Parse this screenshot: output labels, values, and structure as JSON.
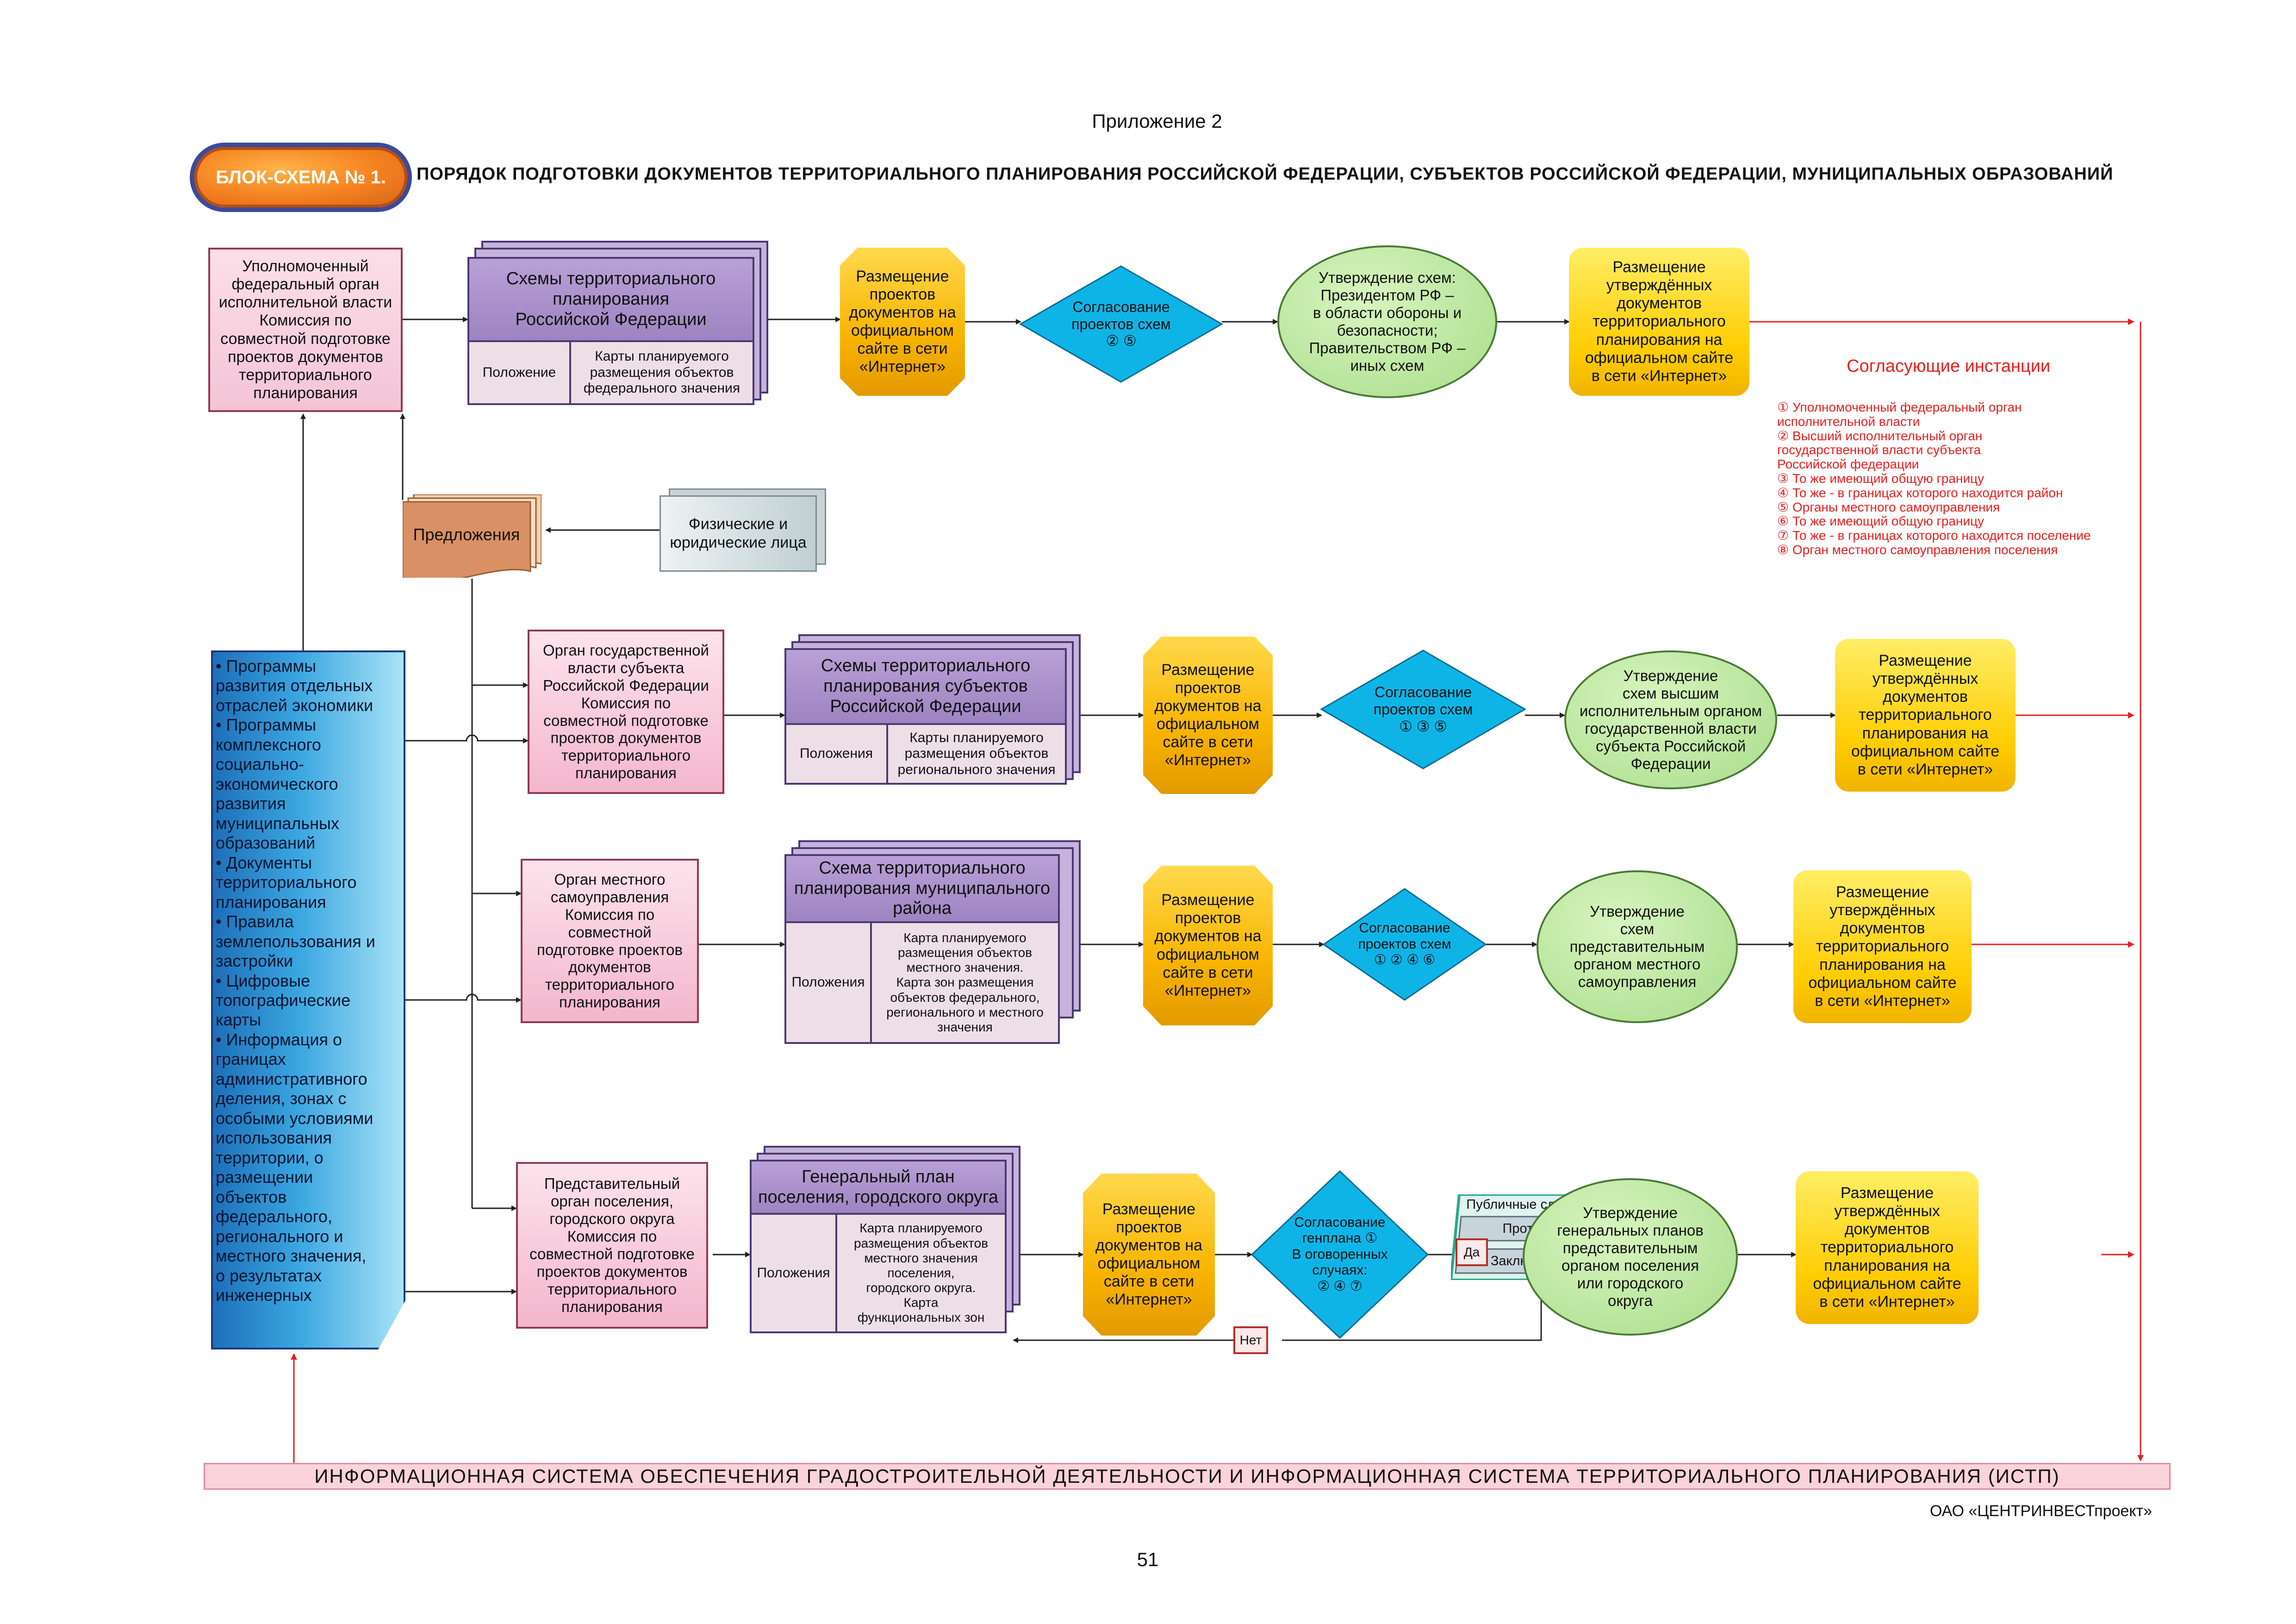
{
  "header": {
    "appendix": "Приложение  2",
    "badge": "БЛОК-СХЕМА № 1.",
    "title": "ПОРЯДОК ПОДГОТОВКИ ДОКУМЕНТОВ ТЕРРИТОРИАЛЬНОГО ПЛАНИРОВАНИЯ РОССИЙСКОЙ ФЕДЕРАЦИИ, СУБЪЕКТОВ РОССИЙСКОЙ ФЕДЕРАЦИИ, МУНИЦИПАЛЬНЫХ ОБРАЗОВАНИЙ"
  },
  "colors": {
    "pink": "#f3c4d6",
    "purple": "#9d84c2",
    "orange": "#f8b400",
    "diamond": "#0fb4e6",
    "green": "#a8dc8a",
    "yellow": "#ffcc00",
    "red": "#e52020"
  },
  "row1": {
    "authority": "Уполномоченный\nфедеральный орган\nисполнительной власти\nКомиссия по\nсовместной подготовке\nпроектов документов\nтерриториального\nпланирования",
    "docs_title": "Схемы территориального\nпланирования\nРоссийской Федерации",
    "docs_left": "Положение",
    "docs_right": "Карты планируемого\nразмещения объектов\nфедерального значения",
    "publish": "Размещение\nпроектов\nдокументов на\nофициальном\nсайте в сети\n«Интернет»",
    "agree": "Согласование\nпроектов схем\n② ⑤",
    "approve": "Утверждение схем:\nПрезидентом РФ –\nв области обороны и\nбезопасности;\nПравительством РФ –\nиных схем",
    "final": "Размещение\nутверждённых\nдокументов\nтерриториального\nпланирования на\nофициальном сайте\nв сети «Интернет»"
  },
  "proposals": "Предложения",
  "persons": "Физические и\nюридические лица",
  "legend": {
    "title": "Согласующие инстанции",
    "items": [
      "①   Уполномоченный федеральный орган\n       исполнительной власти",
      "②   Высший исполнительный орган\n       государственной власти субъекта\n       Российской федерации",
      "③   То же  имеющий общую границу",
      "④   То же -  в границах которого находится район",
      "⑤   Органы местного самоуправления",
      "⑥   То же  имеющий общую границу",
      "⑦   То же -  в границах которого находится поселение",
      "⑧   Орган местного самоуправления поселения"
    ]
  },
  "sidebar": "•  Программы\nразвития отдельных\nотраслей экономики\n•  Программы\nкомплексного\nсоциально-\nэкономического\nразвития\nмуниципальных\nобразований\n•  Документы\nтерриториального\nпланирования\n•  Правила\nземлепользования и\nзастройки\n•  Цифровые\nтопографические\nкарты\n•  Информация о\nграницах\nадминистративного\nделения, зонах с\nособыми условиями\nиспользования\nтерритории,   о\nразмещении\nобъектов\nфедерального,\nрегионального и\nместного значения,\nо результатах\nинженерных",
  "row2": {
    "authority": "Орган государственной\nвласти субъекта\nРоссийской Федерации\nКомиссия по\nсовместной подготовке\nпроектов документов\nтерриториального\nпланирования",
    "docs_title": "Схемы территориального\nпланирования субъектов\nРоссийской Федерации",
    "docs_left": "Положения",
    "docs_right": "Карты планируемого\nразмещения объектов\nрегионального значения",
    "publish": "Размещение\nпроектов\nдокументов на\nофициальном\nсайте в сети\n«Интернет»",
    "agree": "Согласование\nпроектов схем\n① ③ ⑤",
    "approve": "Утверждение\nсхем высшим\nисполнительным органом\nгосударственной власти\nсубъекта Российской\nФедерации",
    "final": "Размещение\nутверждённых\nдокументов\nтерриториального\nпланирования на\nофициальном сайте\nв сети «Интернет»"
  },
  "row3": {
    "authority": "Орган местного\nсамоуправления\nКомиссия по\nсовместной\nподготовке проектов\nдокументов\nтерриториального\nпланирования",
    "docs_title": "Схема территориального\nпланирования муниципального\nрайона",
    "docs_left": "Положения",
    "docs_right": "Карта планируемого\nразмещения объектов\nместного значения.\nКарта зон размещения\nобъектов федерального,\nрегионального и местного\nзначения",
    "publish": "Размещение\nпроектов\nдокументов на\nофициальном\nсайте в сети\n«Интернет»",
    "agree": "Согласование\nпроектов схем\n① ② ④ ⑥",
    "approve": "Утверждение\nсхем\nпредставительным\nорганом местного\nсамоуправления",
    "final": "Размещение\nутверждённых\nдокументов\nтерриториального\nпланирования на\nофициальном сайте\nв сети «Интернет»"
  },
  "row4": {
    "authority": "Представительный\nорган поселения,\nгородского округа\nКомиссия по\nсовместной подготовке\nпроектов документов\nтерриториального\nпланирования",
    "docs_title": "Генеральный план\nпоселения, городского округа",
    "docs_left": "Положения",
    "docs_right": "Карта планируемого\nразмещения объектов\nместного значения\nпоселения,\nгородского округа.\nКарта\nфункциональных зон",
    "publish": "Размещение\nпроектов\nдокументов на\nофициальном\nсайте в сети\n«Интернет»",
    "agree": "Согласование\nгенплана ①\nВ оговоренных\nслучаях:\n② ④ ⑦",
    "hearings_title": "Публичные слушания",
    "hearings_protocol": "Протокол",
    "hearings_conclusion": "Заключение",
    "yes": "Да",
    "no": "Нет",
    "approve": "Утверждение\nгенеральных планов\nпредставительным\nорганом поселения\nили городского\nокруга",
    "final": "Размещение\nутверждённых\nдокументов\nтерриториального\nпланирования на\nофициальном сайте\nв сети «Интернет»"
  },
  "info_bar": "ИНФОРМАЦИОННАЯ  СИСТЕМА  ОБЕСПЕЧЕНИЯ  ГРАДОСТРОИТЕЛЬНОЙ  ДЕЯТЕЛЬНОСТИ  И  ИНФОРМАЦИОННАЯ  СИСТЕМА  ТЕРРИТОРИАЛЬНОГО ПЛАНИРОВАНИЯ  (ИСТП)",
  "company": "ОАО «ЦЕНТРИНВЕСТпроект»",
  "page_number": "51"
}
